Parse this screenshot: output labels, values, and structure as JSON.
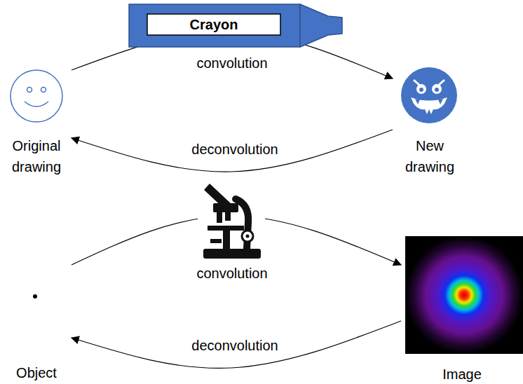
{
  "diagram": {
    "nodes": [
      {
        "text": [
          "Crayon"
        ]
      },
      {
        "text": [
          "Original drawing"
        ]
      },
      {
        "text": [
          "New drawing"
        ]
      },
      {
        "text": [
          "Object"
        ]
      },
      {
        "text": [
          "Image"
        ]
      }
    ],
    "edges": [
      {
        "from": 1,
        "to": 2,
        "arrow": "to",
        "label": "convolution"
      },
      {
        "from": 2,
        "to": 1,
        "arrow": "to",
        "label": "deconvolution"
      },
      {
        "from": 3,
        "to": 4,
        "arrow": "to",
        "label": "convolution"
      },
      {
        "from": 4,
        "to": 3,
        "arrow": "to",
        "label": "deconvolution"
      }
    ]
  }
}
